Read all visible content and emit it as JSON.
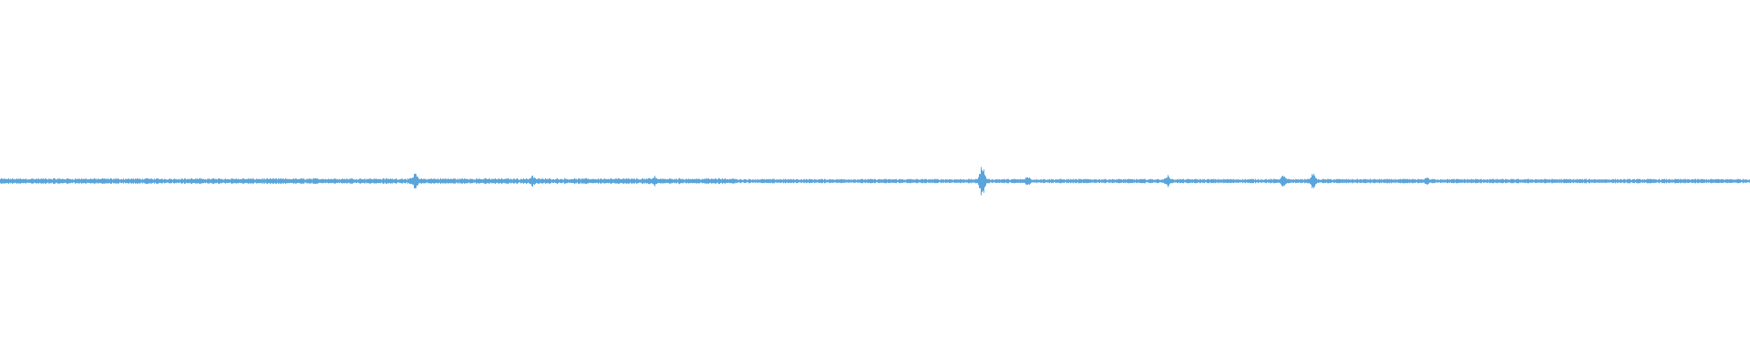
{
  "waveform": {
    "color": "#5aa5db",
    "background": "#ffffff",
    "amplitude": {
      "baseline": 0.04,
      "noise": 0.035,
      "peaks": [
        {
          "at": 0.237,
          "level": 0.3
        },
        {
          "at": 0.304,
          "level": 0.22
        },
        {
          "at": 0.374,
          "level": 0.2
        },
        {
          "at": 0.561,
          "level": 0.62
        },
        {
          "at": 0.587,
          "level": 0.2
        },
        {
          "at": 0.667,
          "level": 0.22
        },
        {
          "at": 0.733,
          "level": 0.22
        },
        {
          "at": 0.75,
          "level": 0.3
        },
        {
          "at": 0.815,
          "level": 0.15
        }
      ]
    }
  }
}
